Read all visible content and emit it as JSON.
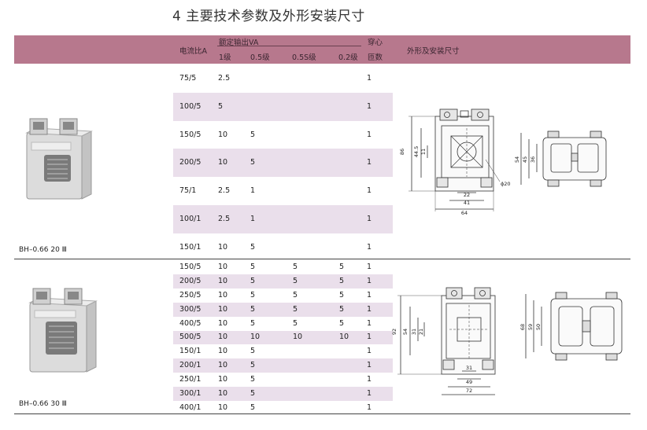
{
  "title": "4 主要技术参数及外形安装尺寸",
  "header": {
    "ratio": "电流比A",
    "rated_output": "额定输出VA",
    "class1": "1级",
    "class05": "0.5级",
    "class05s": "0.5S级",
    "class02": "0.2级",
    "turns_line1": "穿心",
    "turns_line2": "匝数",
    "dimensions": "外形及安装尺寸"
  },
  "sections": [
    {
      "model": "BH–0.66 20 Ⅲ",
      "rows": [
        [
          "75/5",
          "2.5",
          "",
          "",
          "",
          "1"
        ],
        [
          "100/5",
          "5",
          "",
          "",
          "",
          "1"
        ],
        [
          "150/5",
          "10",
          "5",
          "",
          "",
          "1"
        ],
        [
          "200/5",
          "10",
          "5",
          "",
          "",
          "1"
        ],
        [
          "75/1",
          "2.5",
          "1",
          "",
          "",
          "1"
        ],
        [
          "100/1",
          "2.5",
          "1",
          "",
          "",
          "1"
        ],
        [
          "150/1",
          "10",
          "5",
          "",
          "",
          "1"
        ]
      ],
      "drawing": {
        "height": "86",
        "d1": "44.5",
        "d2": "11",
        "d3": "22",
        "d4": "41",
        "d5": "64",
        "phi": "ϕ20",
        "side1": "54",
        "side2": "45",
        "side3": "36"
      }
    },
    {
      "model": "BH–0.66 30 Ⅲ",
      "rows": [
        [
          "150/5",
          "10",
          "5",
          "5",
          "5",
          "1"
        ],
        [
          "200/5",
          "10",
          "5",
          "5",
          "5",
          "1"
        ],
        [
          "250/5",
          "10",
          "5",
          "5",
          "5",
          "1"
        ],
        [
          "300/5",
          "10",
          "5",
          "5",
          "5",
          "1"
        ],
        [
          "400/5",
          "10",
          "5",
          "5",
          "5",
          "1"
        ],
        [
          "500/5",
          "10",
          "10",
          "10",
          "10",
          "1"
        ],
        [
          "150/1",
          "10",
          "5",
          "",
          "",
          "1"
        ],
        [
          "200/1",
          "10",
          "5",
          "",
          "",
          "1"
        ],
        [
          "250/1",
          "10",
          "5",
          "",
          "",
          "1"
        ],
        [
          "300/1",
          "10",
          "5",
          "",
          "",
          "1"
        ],
        [
          "400/1",
          "10",
          "5",
          "",
          "",
          "1"
        ]
      ],
      "drawing": {
        "height": "92",
        "d1": "54",
        "d2": "31",
        "d3": "21",
        "d4": "31",
        "d5": "49",
        "d6": "72",
        "side1": "68",
        "side2": "59",
        "side3": "50"
      }
    }
  ],
  "colors": {
    "header": "#b7788d",
    "band": "#eadfeb"
  }
}
